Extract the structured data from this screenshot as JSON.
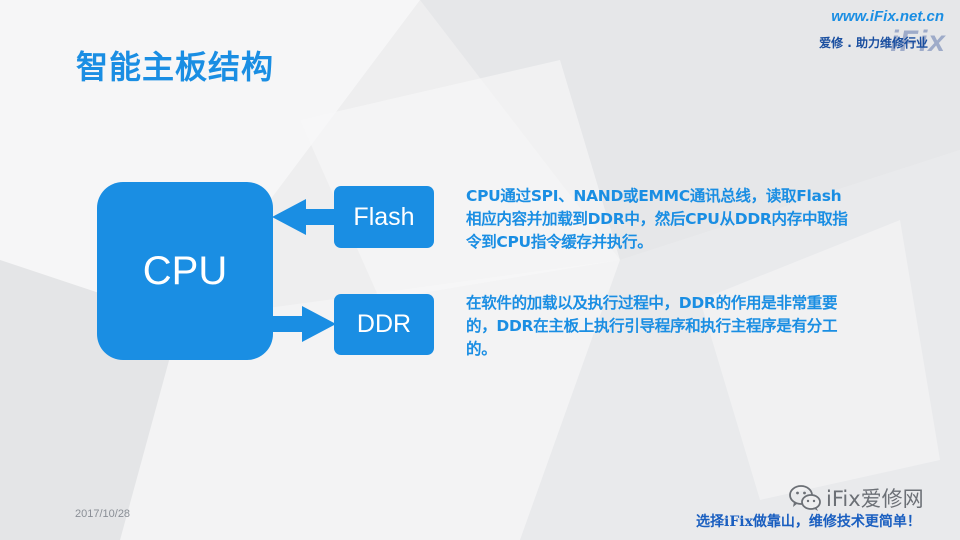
{
  "slide": {
    "title": "智能主板结构",
    "date": "2017/10/28"
  },
  "brand": {
    "url": "www.iFix.net.cn",
    "logo": "iFix",
    "slogan": "爱修 . 助力维修行业"
  },
  "diagram": {
    "cpu": "CPU",
    "flash": "Flash",
    "ddr": "DDR"
  },
  "descriptions": {
    "flash": "CPU通过SPI、NAND或EMMC通讯总线，读取Flash相应内容并加载到DDR中，然后CPU从DDR内存中取指令到CPU指令缓存并执行。",
    "ddr": "在软件的加载以及执行过程中，DDR的作用是非常重要的，DDR在主板上执行引导程序和执行主程序是有分工的。"
  },
  "footer": {
    "wechat_label": "iFix爱修网",
    "slogan": "选择iFix做靠山，维修技术更简单！"
  },
  "colors": {
    "accent": "#1a8ee3",
    "background": "#eeeeef",
    "muted_text": "#8a8f96"
  },
  "icons": {
    "wechat": "wechat-icon",
    "arrow_left": "arrow-left-icon",
    "arrow_right": "arrow-right-icon"
  }
}
